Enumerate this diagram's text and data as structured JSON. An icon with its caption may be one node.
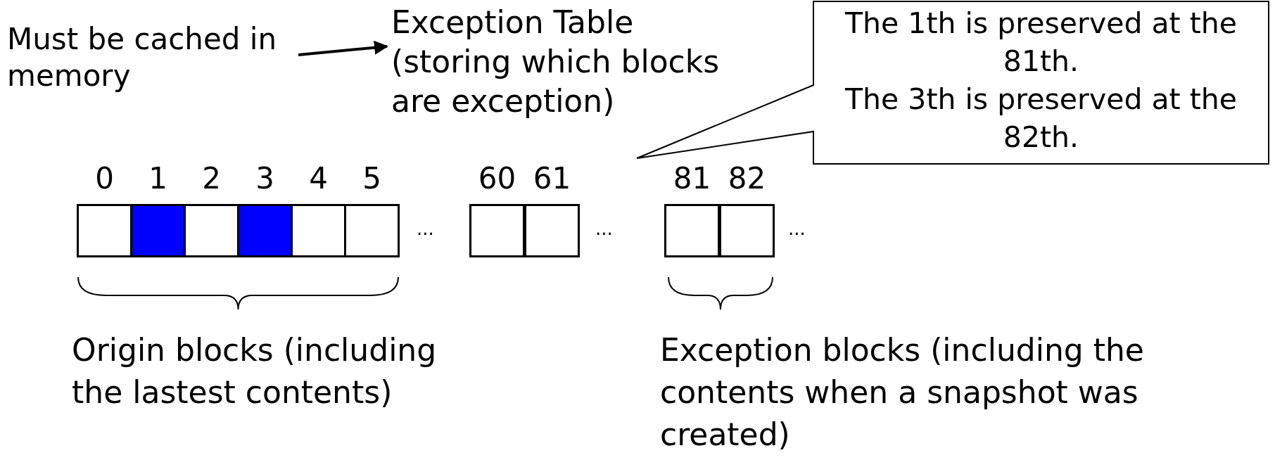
{
  "diagram": {
    "nodes": [
      {
        "text": [
          "Must be cached in memory"
        ]
      },
      {
        "text": [
          "Exception Table (storing which blocks are exception)"
        ]
      },
      {
        "text": [
          "The 1th is preserved at the 81th.",
          "The 3th is preserved at the 82th."
        ]
      },
      {
        "text": [],
        "shape": "box",
        "beside": [
          "0"
        ]
      },
      {
        "text": [],
        "shape": "box",
        "beside": [
          "1"
        ]
      },
      {
        "text": [],
        "shape": "box",
        "beside": [
          "2"
        ]
      },
      {
        "text": [],
        "shape": "box",
        "beside": [
          "3"
        ]
      },
      {
        "text": [],
        "shape": "box",
        "beside": [
          "4"
        ]
      },
      {
        "text": [],
        "shape": "box",
        "beside": [
          "5"
        ]
      },
      {
        "text": [],
        "shape": "box",
        "beside": [
          "60"
        ]
      },
      {
        "text": [],
        "shape": "box",
        "beside": [
          "61"
        ]
      },
      {
        "text": [],
        "shape": "box",
        "beside": [
          "81"
        ]
      },
      {
        "text": [],
        "shape": "box",
        "beside": [
          "82"
        ]
      }
    ],
    "edges": [
      {
        "from": 0,
        "to": 1,
        "arrow": "to"
      }
    ],
    "labels": [
      "...",
      "...",
      "...",
      "Origin blocks (including the lastest contents)",
      "Exception blocks (including the contents when a snapshot was created)"
    ]
  }
}
